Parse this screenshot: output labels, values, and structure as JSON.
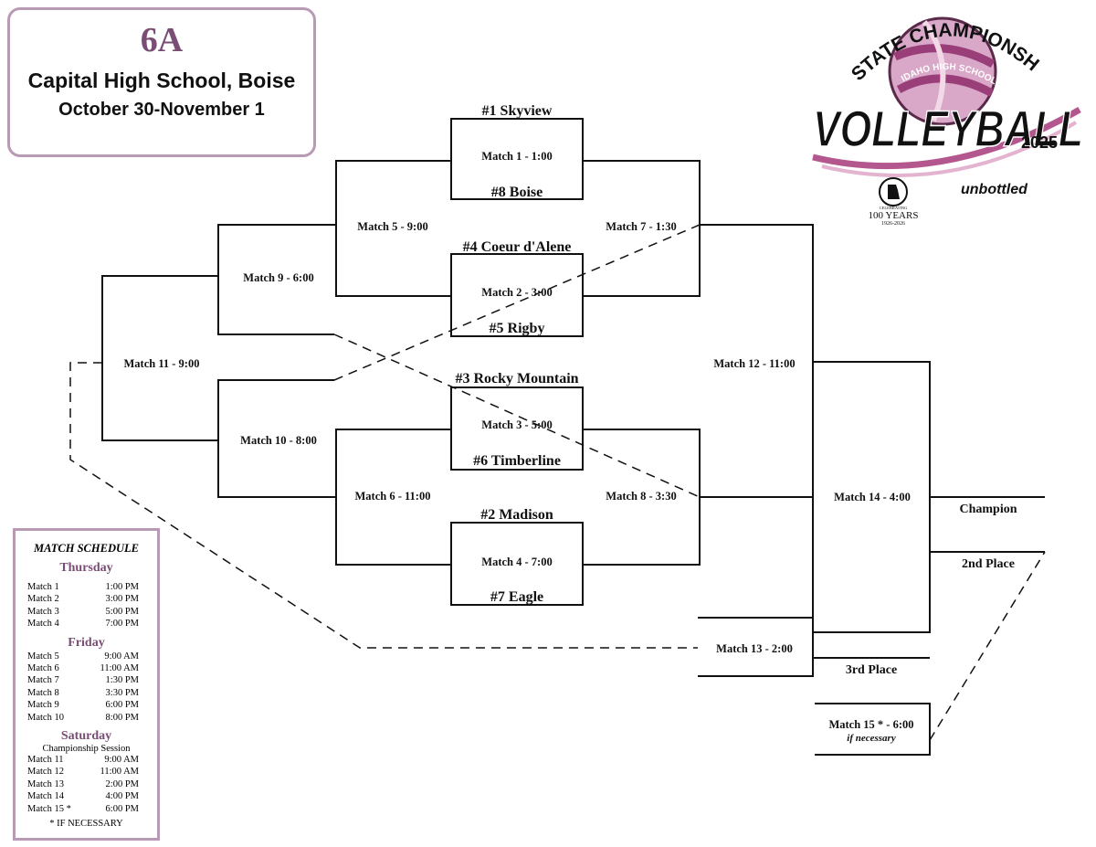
{
  "header": {
    "division": "6A",
    "venue": "Capital High School, Boise",
    "dates": "October 30-November 1"
  },
  "teams": {
    "t1": "#1 Skyview",
    "t8": "#8 Boise",
    "t4": "#4 Coeur d'Alene",
    "t5": "#5 Rigby",
    "t3": "#3 Rocky Mountain",
    "t6": "#6 Timberline",
    "t2": "#2 Madison",
    "t7": "#7 Eagle"
  },
  "matches": {
    "m1": "Match 1 - 1:00",
    "m2": "Match 2 - 3:00",
    "m3": "Match 3 - 5:00",
    "m4": "Match 4 - 7:00",
    "m5": "Match 5 - 9:00",
    "m6": "Match 6 - 11:00",
    "m7": "Match 7 - 1:30",
    "m8": "Match 8 - 3:30",
    "m9": "Match 9 - 6:00",
    "m10": "Match 10 - 8:00",
    "m11": "Match 11 - 9:00",
    "m12": "Match 12 - 11:00",
    "m13": "Match 13 - 2:00",
    "m14": "Match 14 - 4:00",
    "m15": "Match 15 * - 6:00",
    "m15_note": "if necessary"
  },
  "results": {
    "champion": "Champion",
    "second": "2nd Place",
    "third": "3rd Place"
  },
  "schedule": {
    "title": "MATCH SCHEDULE",
    "days": [
      {
        "name": "Thursday",
        "subtitle": "",
        "rows": [
          [
            "Match 1",
            "1:00 PM"
          ],
          [
            "Match 2",
            "3:00 PM"
          ],
          [
            "Match 3",
            "5:00 PM"
          ],
          [
            "Match 4",
            "7:00 PM"
          ]
        ]
      },
      {
        "name": "Friday",
        "subtitle": "",
        "rows": [
          [
            "Match 5",
            "9:00 AM"
          ],
          [
            "Match 6",
            "11:00 AM"
          ],
          [
            "Match 7",
            "1:30 PM"
          ],
          [
            "Match 8",
            "3:30 PM"
          ],
          [
            "Match 9",
            "6:00 PM"
          ],
          [
            "Match 10",
            "8:00 PM"
          ]
        ]
      },
      {
        "name": "Saturday",
        "subtitle": "Championship Session",
        "rows": [
          [
            "Match 11",
            "9:00 AM"
          ],
          [
            "Match 12",
            "11:00 AM"
          ],
          [
            "Match 13",
            "2:00 PM"
          ],
          [
            "Match 14",
            "4:00 PM"
          ],
          [
            "Match 15 *",
            "6:00 PM"
          ]
        ]
      }
    ],
    "note": "* IF NECESSARY"
  },
  "logo": {
    "line1": "STATE CHAMPIONSHIPS",
    "line2": "IDAHO HIGH SCHOOL",
    "line3": "VOLLEYBALL",
    "year": "2025",
    "celebrating": "CELEBRATING",
    "years": "100 YEARS",
    "range": "1926-2026",
    "sponsor": "unbottled",
    "icon": "volleyball-icon"
  },
  "colors": {
    "accent": "#7a4d75",
    "border": "#b89ab4",
    "line": "#111111"
  }
}
